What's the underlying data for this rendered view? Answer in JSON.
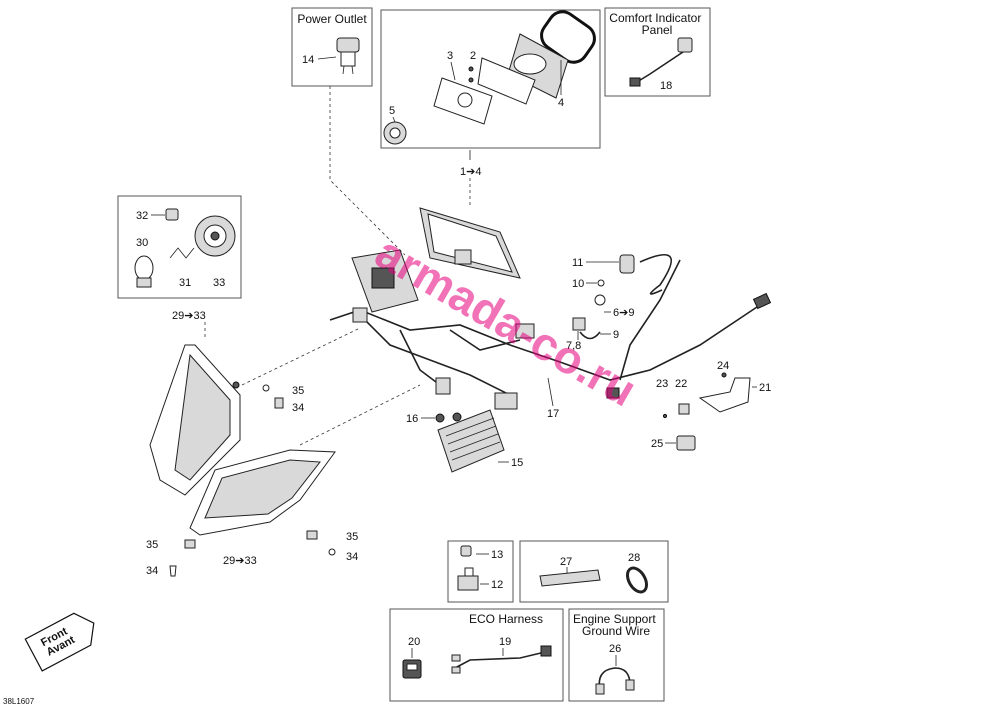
{
  "boxes": {
    "power_outlet_title": "Power Outlet",
    "comfort_indicator_title": "Comfort Indicator\nPanel",
    "eco_harness_title": "ECO Harness",
    "engine_support_title": "Engine Support\nGround Wire"
  },
  "callouts": {
    "c1_4": "1➔4",
    "c2": "2",
    "c3": "3",
    "c4": "4",
    "c5": "5",
    "c6_9": "6➔9",
    "c7_8": "7,8",
    "c9": "9",
    "c10": "10",
    "c11": "11",
    "c12": "12",
    "c13": "13",
    "c14": "14",
    "c15": "15",
    "c16": "16",
    "c17": "17",
    "c18": "18",
    "c19": "19",
    "c20": "20",
    "c21": "21",
    "c22": "22",
    "c23": "23",
    "c24": "24",
    "c25": "25",
    "c26": "26",
    "c27": "27",
    "c28": "28",
    "c29_33_top": "29➔33",
    "c29_33_bottom": "29➔33",
    "c30": "30",
    "c31": "31",
    "c32": "32",
    "c33": "33",
    "c34_a": "34",
    "c34_b": "34",
    "c34_c": "34",
    "c35_a": "35",
    "c35_b": "35",
    "c35_c": "35"
  },
  "front_label": "Front\nAvant",
  "watermark": "armada-co.ru",
  "drawing_ref": "38L1607"
}
